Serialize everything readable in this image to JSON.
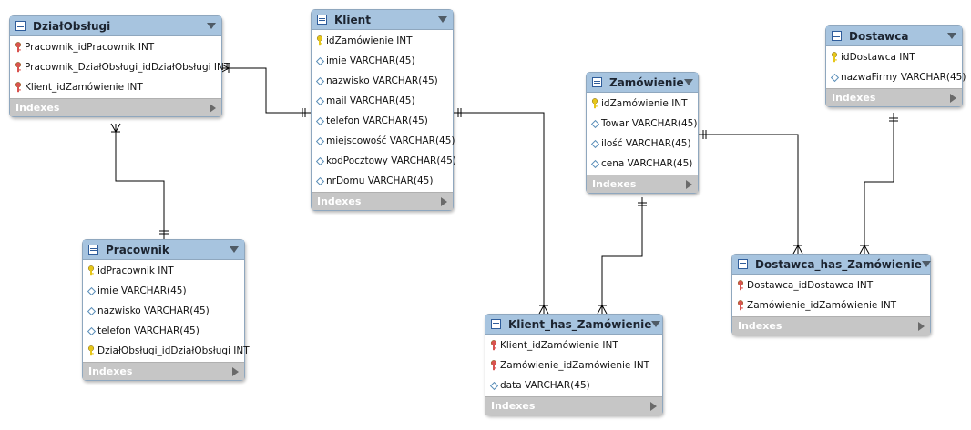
{
  "colors": {
    "header_bg": "#a7c4df",
    "footer_bg": "#c6c6c6",
    "pk_key": "#e6c619",
    "fk_key": "#d9534f",
    "attr_diamond": "#5b8fb9",
    "line": "#000000"
  },
  "icons": {
    "table": "table-icon",
    "primary_key": "key-icon",
    "foreign_key": "foreign-key-icon",
    "column": "diamond-icon",
    "menu": "chevron-down-icon",
    "expand": "chevron-right-icon"
  },
  "footer_label": "Indexes",
  "tables": [
    {
      "id": "dzial",
      "name": "DziałObsługi",
      "columns": [
        {
          "text": "Pracownik_idPracownik INT",
          "kind": "fk"
        },
        {
          "text": "Pracownik_DziałObsługi_idDziałObsługi INT",
          "kind": "fk"
        },
        {
          "text": "Klient_idZamówienie INT",
          "kind": "fk"
        }
      ]
    },
    {
      "id": "klient",
      "name": "Klient",
      "columns": [
        {
          "text": "idZamówienie INT",
          "kind": "pk"
        },
        {
          "text": "imie VARCHAR(45)",
          "kind": "col"
        },
        {
          "text": "nazwisko VARCHAR(45)",
          "kind": "col"
        },
        {
          "text": "mail VARCHAR(45)",
          "kind": "col"
        },
        {
          "text": "telefon VARCHAR(45)",
          "kind": "col"
        },
        {
          "text": "miejscowość VARCHAR(45)",
          "kind": "col"
        },
        {
          "text": "kodPocztowy VARCHAR(45)",
          "kind": "col"
        },
        {
          "text": "nrDomu VARCHAR(45)",
          "kind": "col"
        }
      ]
    },
    {
      "id": "zamowienie",
      "name": "Zamówienie",
      "columns": [
        {
          "text": "idZamówienie INT",
          "kind": "pk"
        },
        {
          "text": "Towar VARCHAR(45)",
          "kind": "col"
        },
        {
          "text": "ilość VARCHAR(45)",
          "kind": "col"
        },
        {
          "text": "cena VARCHAR(45)",
          "kind": "col"
        }
      ]
    },
    {
      "id": "dostawca",
      "name": "Dostawca",
      "columns": [
        {
          "text": "idDostawca INT",
          "kind": "pk"
        },
        {
          "text": "nazwaFirmy VARCHAR(45)",
          "kind": "col"
        }
      ]
    },
    {
      "id": "pracownik",
      "name": "Pracownik",
      "columns": [
        {
          "text": "idPracownik INT",
          "kind": "pk"
        },
        {
          "text": "imie VARCHAR(45)",
          "kind": "col"
        },
        {
          "text": "nazwisko VARCHAR(45)",
          "kind": "col"
        },
        {
          "text": "telefon VARCHAR(45)",
          "kind": "col"
        },
        {
          "text": "DziałObsługi_idDziałObsługi INT",
          "kind": "pk"
        }
      ]
    },
    {
      "id": "khz",
      "name": "Klient_has_Zamówienie",
      "columns": [
        {
          "text": "Klient_idZamówienie INT",
          "kind": "fk"
        },
        {
          "text": "Zamówienie_idZamówienie INT",
          "kind": "fk"
        },
        {
          "text": "data VARCHAR(45)",
          "kind": "col"
        }
      ]
    },
    {
      "id": "dhz",
      "name": "Dostawca_has_Zamówienie",
      "columns": [
        {
          "text": "Dostawca_idDostawca INT",
          "kind": "fk"
        },
        {
          "text": "Zamówienie_idZamówienie INT",
          "kind": "fk"
        }
      ]
    }
  ],
  "relationships": [
    {
      "from": "dzial",
      "to": "klient",
      "from_end": "many",
      "to_end": "one"
    },
    {
      "from": "dzial",
      "to": "pracownik",
      "from_end": "many",
      "to_end": "one"
    },
    {
      "from": "klient",
      "to": "khz",
      "from_end": "one",
      "to_end": "many"
    },
    {
      "from": "zamowienie",
      "to": "khz",
      "from_end": "one",
      "to_end": "many"
    },
    {
      "from": "zamowienie",
      "to": "dhz",
      "from_end": "one",
      "to_end": "many"
    },
    {
      "from": "dostawca",
      "to": "dhz",
      "from_end": "one",
      "to_end": "many"
    }
  ]
}
